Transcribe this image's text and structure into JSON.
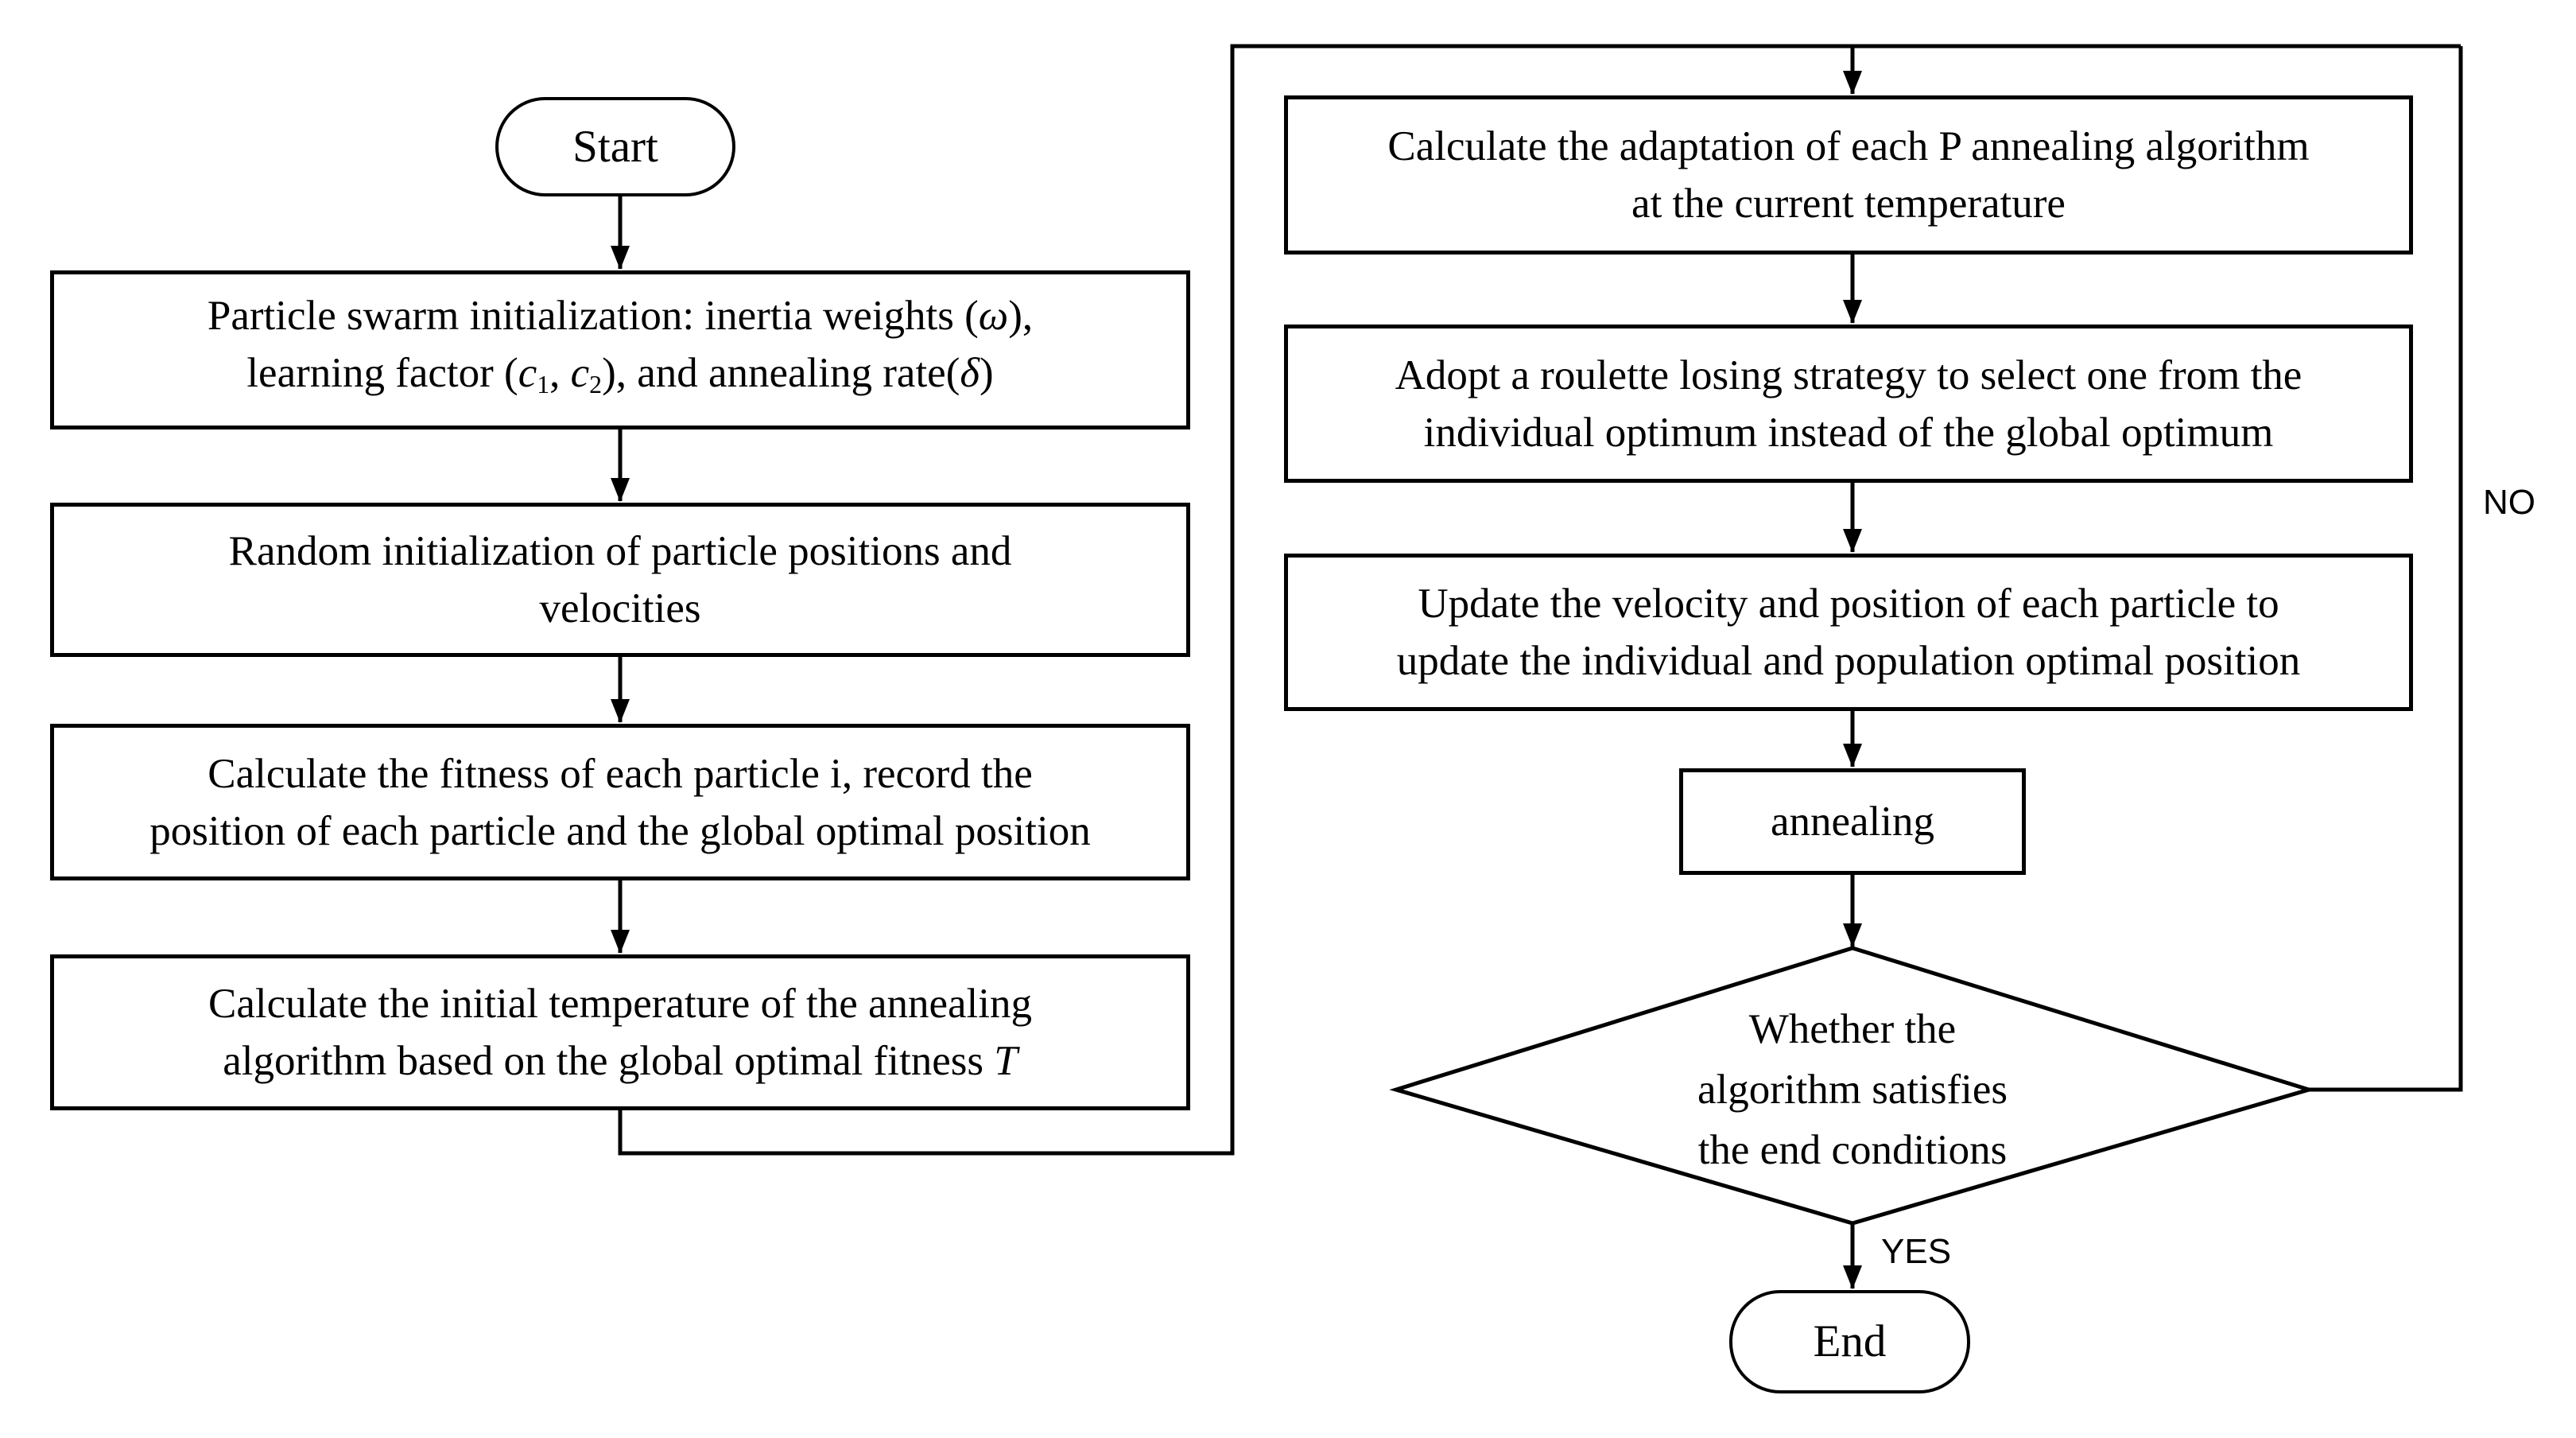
{
  "colors": {
    "stroke": "#000000",
    "background": "#ffffff",
    "text": "#000000"
  },
  "labels": {
    "no": "NO",
    "yes": "YES"
  },
  "nodes": {
    "start": {
      "type": "terminator",
      "label": "Start"
    },
    "init_params": {
      "type": "process",
      "l1a": "Particle swarm initialization: inertia weights (",
      "l1b": "ω",
      "l1c": "),",
      "l2a": "learning factor (",
      "l2b": "c",
      "l2c": "1",
      "l2d": ", ",
      "l2e": "c",
      "l2f": "2",
      "l2g": "), and annealing rate(",
      "l2h": "δ",
      "l2i": ")"
    },
    "random_init": {
      "type": "process",
      "l1": "Random initialization of particle positions and",
      "l2": "velocities"
    },
    "calc_fitness": {
      "type": "process",
      "l1": "Calculate the fitness of each particle i, record the",
      "l2": "position of each particle and the global optimal position"
    },
    "calc_initial_temp": {
      "type": "process",
      "l1": "Calculate the initial temperature of the annealing",
      "l2a": "algorithm based on the global optimal fitness ",
      "l2b": "T"
    },
    "calc_adaptation": {
      "type": "process",
      "l1": "Calculate the adaptation of each P annealing algorithm",
      "l2": "at the current temperature"
    },
    "roulette": {
      "type": "process",
      "l1": "Adopt a roulette losing strategy to select one from the",
      "l2": "individual optimum instead of the global optimum"
    },
    "update_velocity": {
      "type": "process",
      "l1": "Update the velocity and position of each particle to",
      "l2": "update the individual and population optimal position"
    },
    "annealing": {
      "type": "process",
      "label": "annealing"
    },
    "end_check": {
      "type": "decision",
      "l1": "Whether the",
      "l2": "algorithm satisfies",
      "l3": "the end conditions"
    },
    "end": {
      "type": "terminator",
      "label": "End"
    }
  },
  "edges": [
    {
      "from": "start",
      "to": "init_params"
    },
    {
      "from": "init_params",
      "to": "random_init"
    },
    {
      "from": "random_init",
      "to": "calc_fitness"
    },
    {
      "from": "calc_fitness",
      "to": "calc_initial_temp"
    },
    {
      "from": "calc_initial_temp",
      "to": "calc_adaptation"
    },
    {
      "from": "calc_adaptation",
      "to": "roulette"
    },
    {
      "from": "roulette",
      "to": "update_velocity"
    },
    {
      "from": "update_velocity",
      "to": "annealing"
    },
    {
      "from": "annealing",
      "to": "end_check"
    },
    {
      "from": "end_check",
      "to": "end",
      "label": "YES"
    },
    {
      "from": "end_check",
      "to": "calc_adaptation",
      "label": "NO"
    }
  ]
}
